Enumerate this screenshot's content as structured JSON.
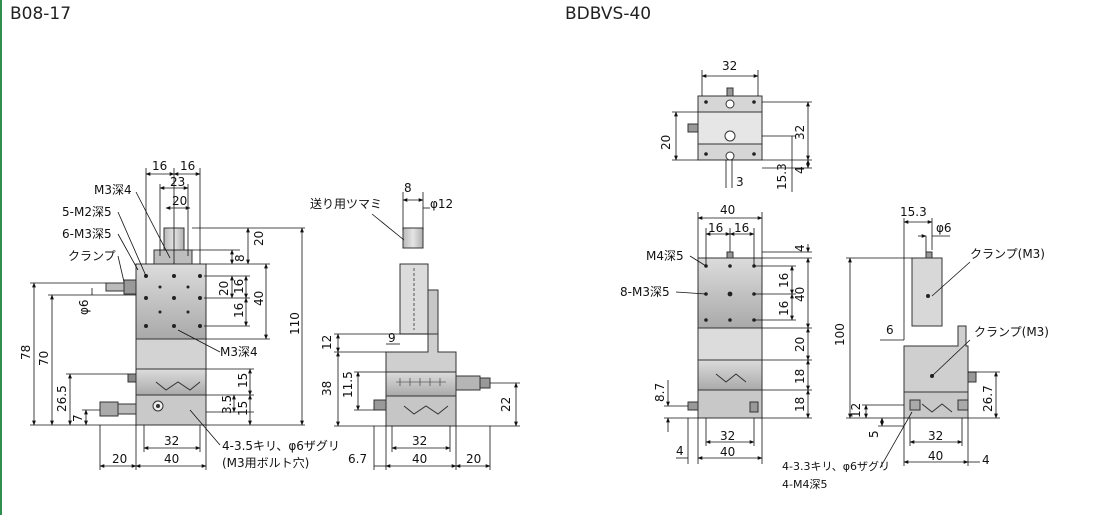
{
  "titles": {
    "left": "B08-17",
    "right": "BDBVS-40"
  },
  "labels": {
    "m3_4": "M3深4",
    "m2_5": "5-M2深5",
    "m3_5_6": "6-M3深5",
    "clamp": "クランプ",
    "m3_4b": "M3深4",
    "bolt_line1": "4-3.5キリ、φ6ザグリ",
    "bolt_line2": "(M3用ボルト穴)",
    "knob": "送り用ツマミ",
    "phi12": "φ12",
    "phi6": "φ6",
    "m4_5": "M4深5",
    "m3_5_8": "8-M3深5",
    "clamp_m3a": "クランプ(M3)",
    "clamp_m3b": "クランプ(M3)",
    "bolt2_line1": "4-3.3キリ、φ6ザグリ",
    "bolt2_line2": "4-M4深5",
    "phi6b": "φ6"
  },
  "dims": {
    "a16l": "16",
    "a16r": "16",
    "a23": "23",
    "a20": "20",
    "a20v": "20",
    "a8": "8",
    "a20s": "20",
    "a16s": "16",
    "a40v": "40",
    "a16s2": "16",
    "a110": "110",
    "a15": "15",
    "a3_5": "3.5",
    "a15b": "15",
    "a78": "78",
    "a70": "70",
    "a26_5": "26.5",
    "a7": "7",
    "a32": "32",
    "a20b": "20",
    "a40b": "40",
    "b8": "8",
    "b12": "12",
    "b9": "9",
    "b38": "38",
    "b11_5": "11.5",
    "b22": "22",
    "b32": "32",
    "b6_7": "6.7",
    "b40": "40",
    "b20": "20",
    "c32": "32",
    "c20": "20",
    "c32v": "32",
    "c3": "3",
    "c15_3": "15.3",
    "c4": "4",
    "d40": "40",
    "d16l": "16",
    "d16r": "16",
    "d4": "4",
    "d16v": "16",
    "d40v": "40",
    "d16v2": "16",
    "d20": "20",
    "d18": "18",
    "d18b": "18",
    "d8_7": "8.7",
    "d32": "32",
    "d4b": "4",
    "d40b": "40",
    "e15_3": "15.3",
    "e100": "100",
    "e6": "6",
    "e26_7": "26.7",
    "e12": "12",
    "e5": "5",
    "e32": "32",
    "e40": "40",
    "e4": "4"
  },
  "colors": {
    "line": "#1a1a1a",
    "metal": "#c8c8c8",
    "metal_dark": "#8a8a8a",
    "accent": "#2f8f4f"
  }
}
